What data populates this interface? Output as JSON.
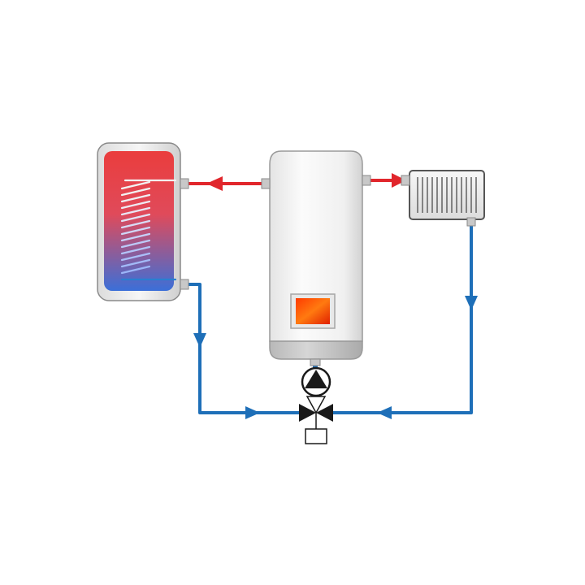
{
  "diagram": {
    "components": [
      {
        "id": "storage-tank",
        "kind": "hot-water-cylinder-with-coil"
      },
      {
        "id": "boiler",
        "kind": "boiler-with-flame-window"
      },
      {
        "id": "radiator",
        "kind": "radiator"
      },
      {
        "id": "pump",
        "kind": "circulation-pump"
      },
      {
        "id": "mixing-valve",
        "kind": "three-way-valve-with-actuator"
      }
    ],
    "colors": {
      "supply": "#e1262c",
      "return": "#1e6fb8",
      "tank_hot": "#ea3d3d",
      "tank_cold": "#3b6fd8",
      "flame": "#ff5a00",
      "casing": "#eeeeee",
      "outline": "#8a8a8a"
    },
    "icons": [
      "arrow-left-icon",
      "arrow-right-icon",
      "arrow-down-icon",
      "pump-icon",
      "valve-icon"
    ]
  }
}
